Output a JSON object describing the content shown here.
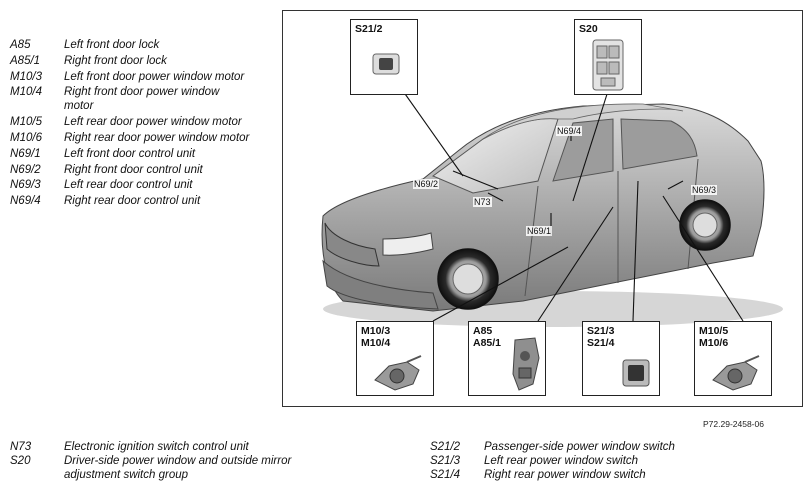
{
  "legend_left": [
    {
      "code": "A85",
      "text": "Left front door lock"
    },
    {
      "code": "A85/1",
      "text": "Right front door lock"
    },
    {
      "code": "M10/3",
      "text": "Left front door power window motor"
    },
    {
      "code": "M10/4",
      "text": "Right front door power window motor"
    },
    {
      "code": "M10/5",
      "text": "Left rear door power window motor"
    },
    {
      "code": "M10/6",
      "text": "Right rear door power window motor"
    },
    {
      "code": "N69/1",
      "text": "Left front door control unit"
    },
    {
      "code": "N69/2",
      "text": "Right front door control unit"
    },
    {
      "code": "N69/3",
      "text": "Left rear door control unit"
    },
    {
      "code": "N69/4",
      "text": "Right rear door control unit"
    }
  ],
  "legend_bottom_left": [
    {
      "code": "N73",
      "text": "Electronic ignition switch control unit"
    },
    {
      "code": "S20",
      "text": "Driver-side power window and outside mirror adjustment switch group"
    }
  ],
  "legend_bottom_right": [
    {
      "code": "S21/2",
      "text": "Passenger-side power window switch"
    },
    {
      "code": "S21/3",
      "text": "Left rear power window switch"
    },
    {
      "code": "S21/4",
      "text": "Right rear power window switch"
    }
  ],
  "callouts": {
    "s21_2": "S21/2",
    "s20": "S20",
    "m10_34": [
      "M10/3",
      "M10/4"
    ],
    "a85": [
      "A85",
      "A85/1"
    ],
    "s21_34": [
      "S21/3",
      "S21/4"
    ],
    "m10_56": [
      "M10/5",
      "M10/6"
    ]
  },
  "car_labels": {
    "n69_4": "N69/4",
    "n69_2": "N69/2",
    "n73": "N73",
    "n69_1": "N69/1",
    "n69_3": "N69/3"
  },
  "figure_ref": "P72.29-2458-06"
}
